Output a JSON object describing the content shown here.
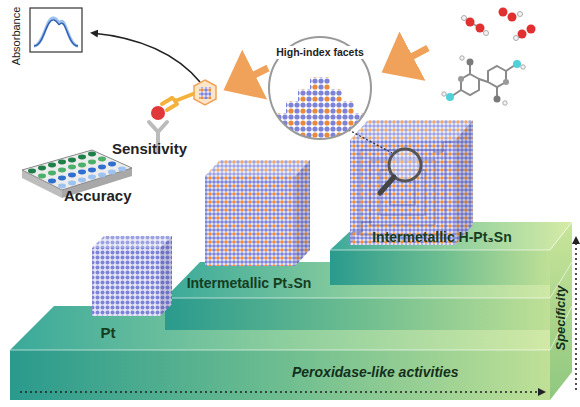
{
  "diagram": {
    "nodes": [
      {
        "text": [
          "High-index facets"
        ]
      },
      {
        "text": [
          "Pt"
        ]
      },
      {
        "text": [
          "Intermetallic Pt₃Sn"
        ]
      },
      {
        "text": [
          "Intermetallic H-Pt₃Sn"
        ]
      }
    ],
    "labels": [
      "Absorbance",
      "Sensitivity",
      "Accuracy",
      "Peroxidase-like activities",
      "Specificity"
    ]
  }
}
